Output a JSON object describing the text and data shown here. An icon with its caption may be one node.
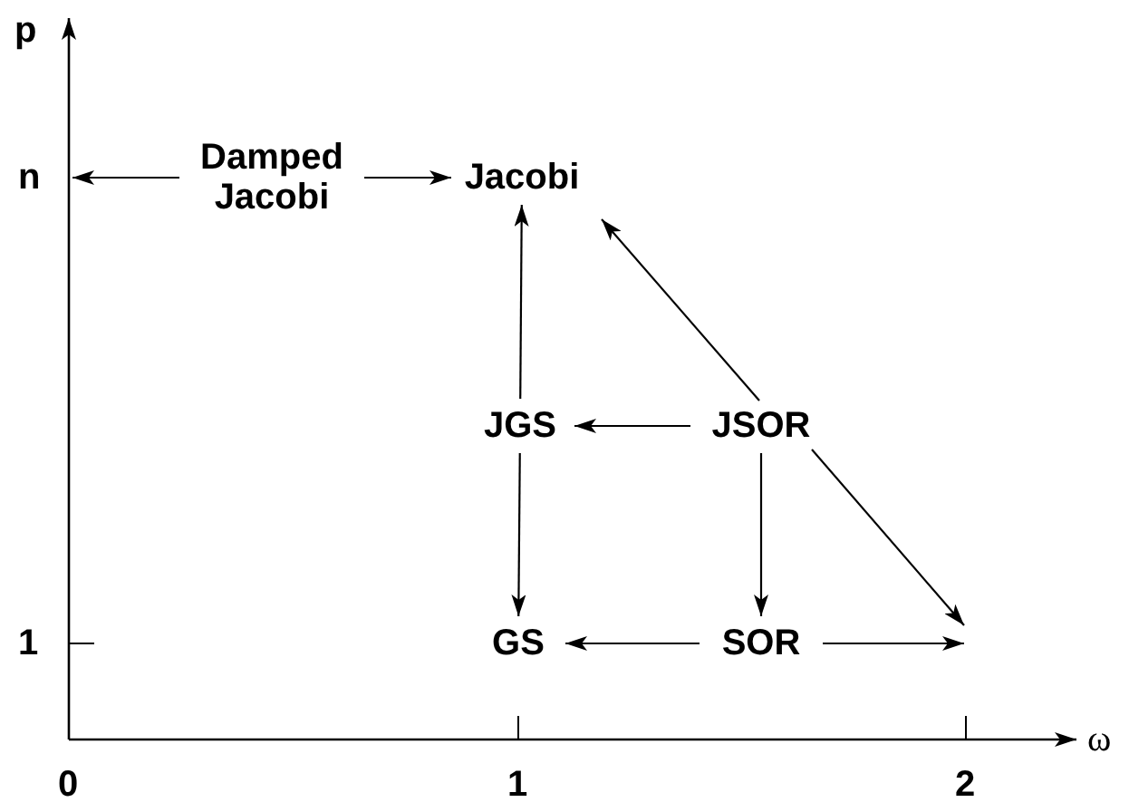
{
  "diagram": {
    "nodes": [
      {
        "text": [
          "Damped Jacobi"
        ]
      },
      {
        "text": [
          "Jacobi"
        ]
      },
      {
        "text": [
          "JGS"
        ]
      },
      {
        "text": [
          "JSOR"
        ]
      },
      {
        "text": [
          "GS"
        ]
      },
      {
        "text": [
          "SOR"
        ]
      }
    ],
    "edges": [
      {
        "from": 0,
        "to": null,
        "arrow": "to"
      },
      {
        "from": 0,
        "to": 1,
        "arrow": "to"
      },
      {
        "from": 2,
        "to": 1,
        "arrow": "to"
      },
      {
        "from": 3,
        "to": 2,
        "arrow": "to"
      },
      {
        "from": 2,
        "to": 4,
        "arrow": "to"
      },
      {
        "from": 3,
        "to": 5,
        "arrow": "to"
      },
      {
        "from": 3,
        "to": 1,
        "arrow": "to"
      },
      {
        "from": 3,
        "to": null,
        "arrow": "to"
      },
      {
        "from": 5,
        "to": 4,
        "arrow": "to"
      },
      {
        "from": 5,
        "to": null,
        "arrow": "to"
      }
    ],
    "labels": [
      "p",
      "n",
      "1",
      "0",
      "1",
      "2",
      "ω"
    ]
  }
}
